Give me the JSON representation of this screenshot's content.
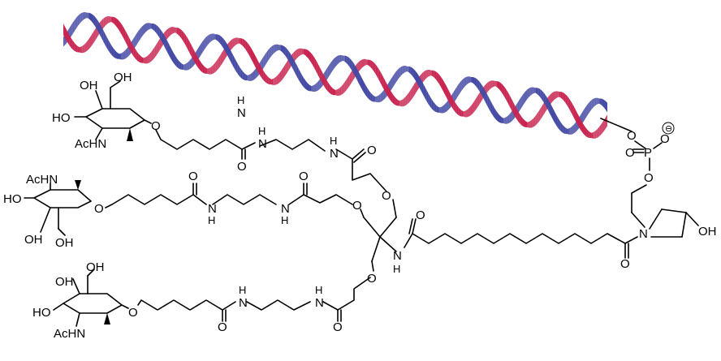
{
  "colors": {
    "strand_red": "#c8234f",
    "strand_blue": "#4248a3",
    "bond": "#000000"
  },
  "labels": {
    "oh": "OH",
    "ho": "HO",
    "achn": "AcHN",
    "o": "O",
    "n": "N",
    "h": "H",
    "p": "P",
    "minus": "⊖",
    "cut_n": "N",
    "cut_h": "H"
  }
}
